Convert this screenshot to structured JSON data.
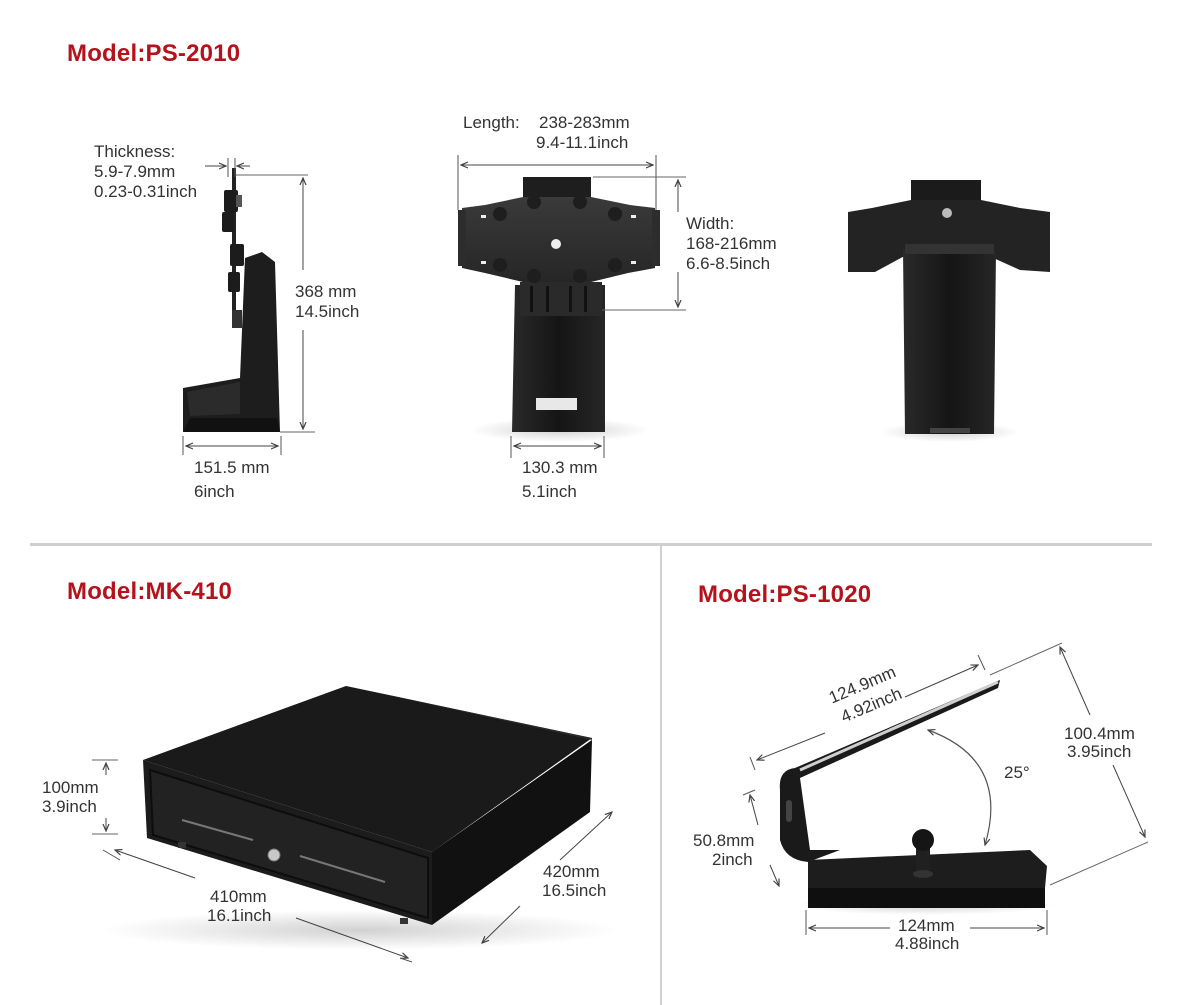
{
  "sections": {
    "ps2010": {
      "title": "Model:PS-2010",
      "thickness": {
        "label": "Thickness:",
        "mm": "5.9-7.9mm",
        "inch": "0.23-0.31inch"
      },
      "length": {
        "label": "Length:",
        "mm": "238-283mm",
        "inch": "9.4-11.1inch"
      },
      "width": {
        "label": "Width:",
        "mm": "168-216mm",
        "inch": "6.6-8.5inch"
      },
      "height": {
        "mm": "368 mm",
        "inch": "14.5inch"
      },
      "side_base": {
        "mm": "151.5 mm",
        "inch": "6inch"
      },
      "front_base": {
        "mm": "130.3 mm",
        "inch": "5.1inch"
      }
    },
    "mk410": {
      "title": "Model:MK-410",
      "height": {
        "mm": "100mm",
        "inch": "3.9inch"
      },
      "width": {
        "mm": "410mm",
        "inch": "16.1inch"
      },
      "depth": {
        "mm": "420mm",
        "inch": "16.5inch"
      }
    },
    "ps1020": {
      "title": "Model:PS-1020",
      "plate": {
        "mm": "124.9mm",
        "inch": "4.92inch"
      },
      "height": {
        "mm": "100.4mm",
        "inch": "3.95inch"
      },
      "riser": {
        "mm": "50.8mm",
        "inch": "2inch"
      },
      "base": {
        "mm": "124mm",
        "inch": "4.88inch"
      },
      "angle": "25°"
    }
  },
  "colors": {
    "title": "#b5121b",
    "product": "#1c1c1c",
    "dimension_line": "#555555",
    "divider": "#cfcfcf"
  }
}
